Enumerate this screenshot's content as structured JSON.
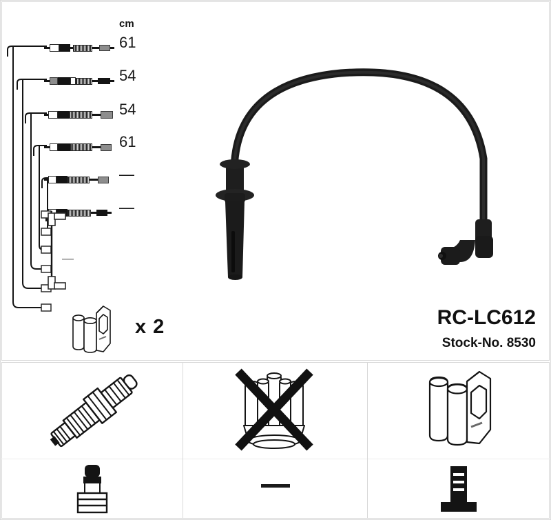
{
  "product": {
    "code": "RC-LC612",
    "stock_label": "Stock-No. 8530"
  },
  "cable_list": {
    "unit_header": "cm",
    "rows": [
      {
        "length": "61",
        "name": "cable-row-1"
      },
      {
        "length": "54",
        "name": "cable-row-2"
      },
      {
        "length": "54",
        "name": "cable-row-3"
      },
      {
        "length": "61",
        "name": "cable-row-4"
      },
      {
        "length": "—",
        "name": "cable-row-5"
      },
      {
        "length": "—",
        "name": "cable-row-6"
      }
    ],
    "jumper_length": "—"
  },
  "quantity": {
    "multiplier_label": "x 2"
  },
  "icons": {
    "spark_plug": "spark-plug-icon",
    "spark_plug_boot": "spark-plug-boot-icon",
    "distributor_cap": "distributor-cap-icon",
    "distributor_excluded": "excluded-cross-icon",
    "distributor_dash": "—",
    "ignition_coil": "ignition-coil-icon",
    "coil_connector": "coil-connector-icon",
    "main_cable": "ignition-cable-icon",
    "straight_boot": "straight-boot-icon",
    "right_angle_boot": "right-angle-boot-icon"
  },
  "colors": {
    "ink": "#141414",
    "border": "#d8d8d8",
    "cable": "#1b1b1b",
    "metal_gray": "#8d8d8d"
  }
}
